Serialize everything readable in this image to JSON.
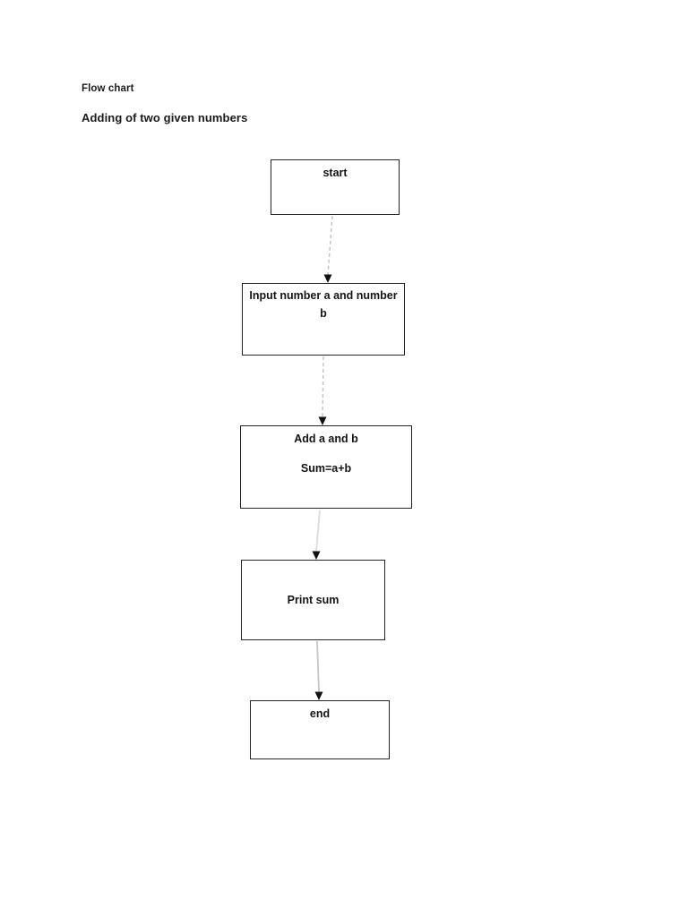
{
  "document": {
    "heading": "Flow chart",
    "subheading": "Adding of two given numbers"
  },
  "flowchart": {
    "nodes": {
      "start": {
        "label": "start"
      },
      "input": {
        "label": "Input number a and number b"
      },
      "add": {
        "line1": "Add a and b",
        "line2": "Sum=a+b"
      },
      "print": {
        "label": "Print sum"
      },
      "end": {
        "label": "end"
      }
    },
    "edges": [
      {
        "from": "start",
        "to": "input",
        "style": "dashed"
      },
      {
        "from": "input",
        "to": "add",
        "style": "dashed"
      },
      {
        "from": "add",
        "to": "print",
        "style": "solid-light"
      },
      {
        "from": "print",
        "to": "end",
        "style": "solid"
      }
    ],
    "colors": {
      "box_border": "#242424",
      "text": "#141414",
      "dashed_connector": "#c2c2c2",
      "light_connector": "#dcdcdc",
      "solid_connector": "#c6c6c6",
      "arrowhead": "#111111"
    }
  }
}
